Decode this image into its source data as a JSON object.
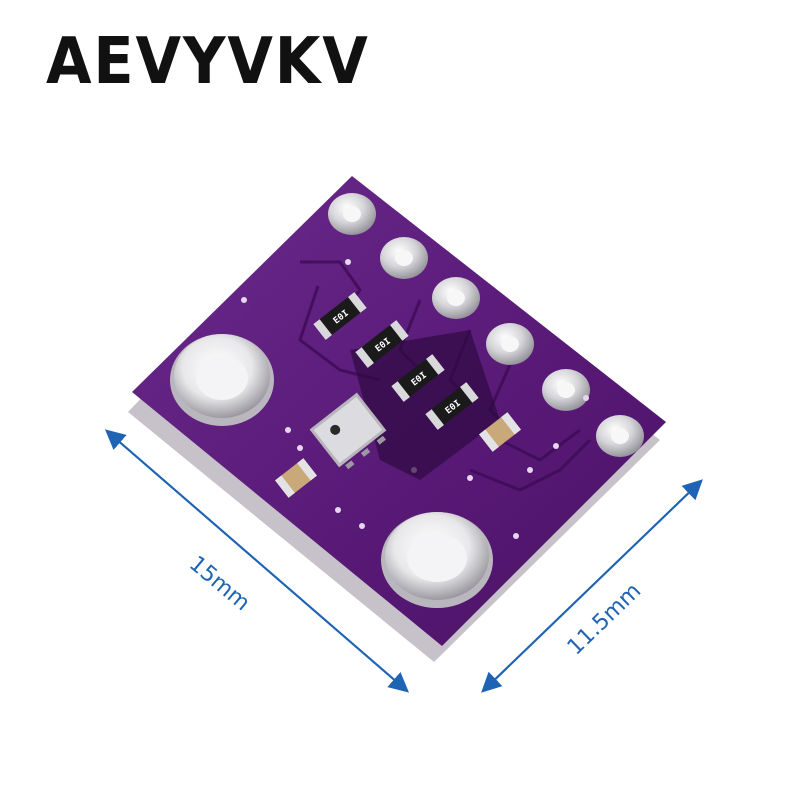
{
  "brand": {
    "text": "AEVYVKV"
  },
  "dimensions": {
    "length_label": "15mm",
    "width_label": "11.5mm",
    "arrow_color": "#1f64b4"
  },
  "board": {
    "pcb_color": "#5a1a78",
    "edge_color": "#c7c2ca",
    "component_codes": [
      "E0I",
      "E0I",
      "E0I",
      "E0I"
    ]
  }
}
